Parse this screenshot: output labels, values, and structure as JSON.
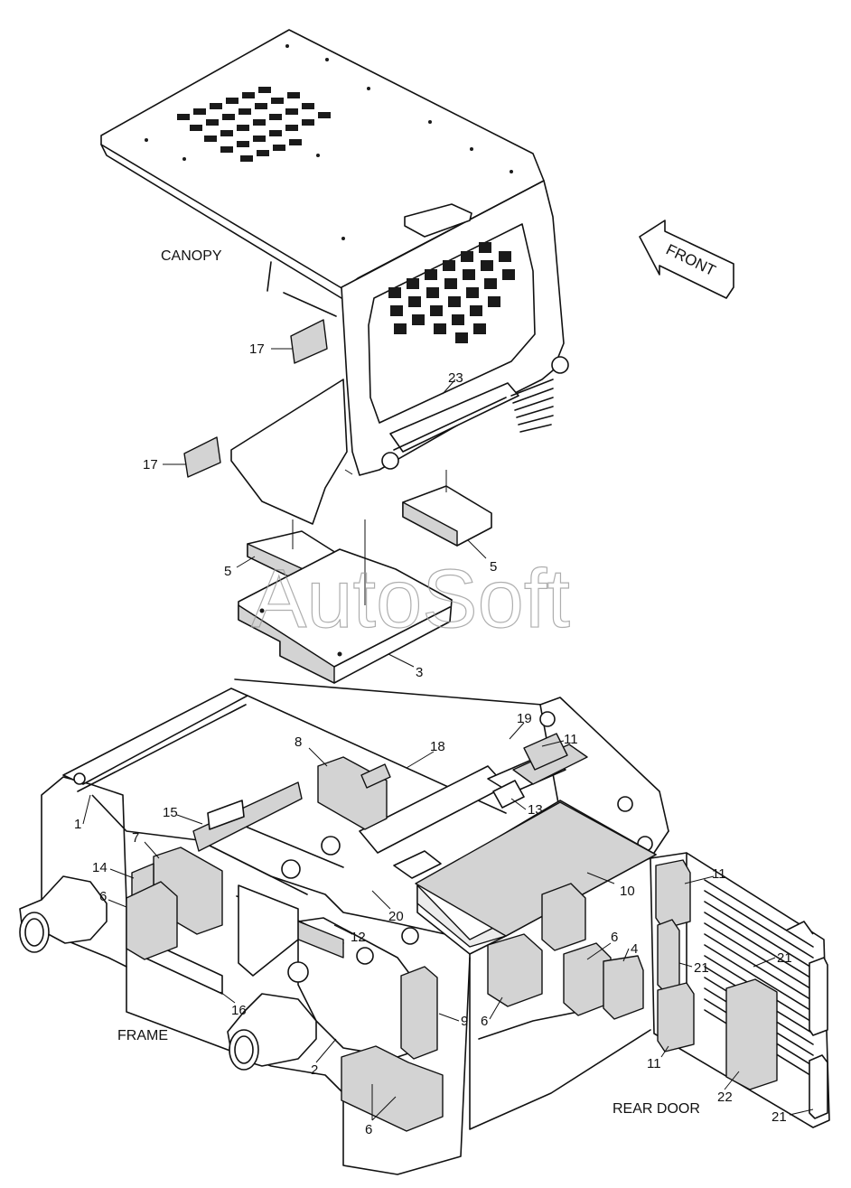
{
  "sections": {
    "canopy": "CANOPY",
    "frame": "FRAME",
    "rear_door": "REAR DOOR",
    "front_arrow": "FRONT"
  },
  "watermark": "AutoSoft",
  "callouts": {
    "c17a": "17",
    "c17b": "17",
    "c23": "23",
    "c5a": "5",
    "c5b": "5",
    "c3": "3",
    "c19": "19",
    "c18": "18",
    "c11a": "11",
    "c8": "8",
    "c1": "1",
    "c15": "15",
    "c13": "13",
    "c7": "7",
    "c14": "14",
    "c10": "10",
    "c11b": "11",
    "c6a": "6",
    "c20": "20",
    "c12": "12",
    "c6b": "6",
    "c4": "4",
    "c21a": "21",
    "c21b": "21",
    "c16": "16",
    "c9": "9",
    "c6c": "6",
    "c11c": "11",
    "c2": "2",
    "c22": "22",
    "c6d": "6",
    "c21c": "21"
  }
}
